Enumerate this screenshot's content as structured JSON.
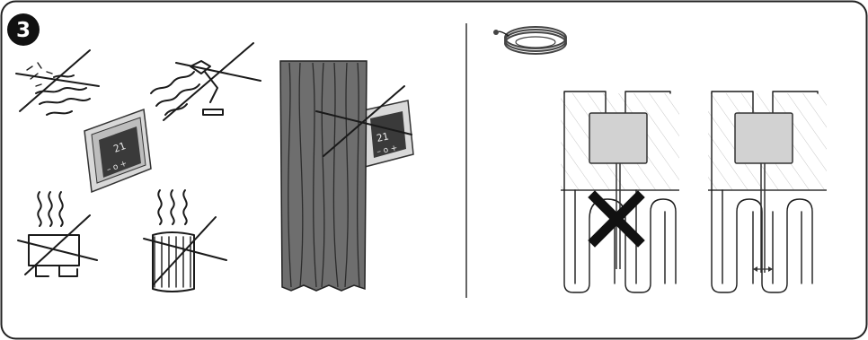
{
  "step_number": "3",
  "thermostat": {
    "display_text": "21",
    "controls_text": "– o +"
  },
  "colors": {
    "frame": "#222222",
    "thermostat_body": "#c9c9c9",
    "thermostat_screen": "#3a3a3a",
    "curtain": "#6e6e6e",
    "sensor_box": "#d2d2d2",
    "wrong_mark": "#111111"
  },
  "icons": [
    "step-badge-icon",
    "no-draft-icon",
    "no-sunlight-icon",
    "no-heat-above-icon",
    "no-radiator-icon",
    "curtain-icon",
    "sensor-cable-coil-icon",
    "floor-sensor-wrong-icon",
    "floor-sensor-correct-icon"
  ]
}
